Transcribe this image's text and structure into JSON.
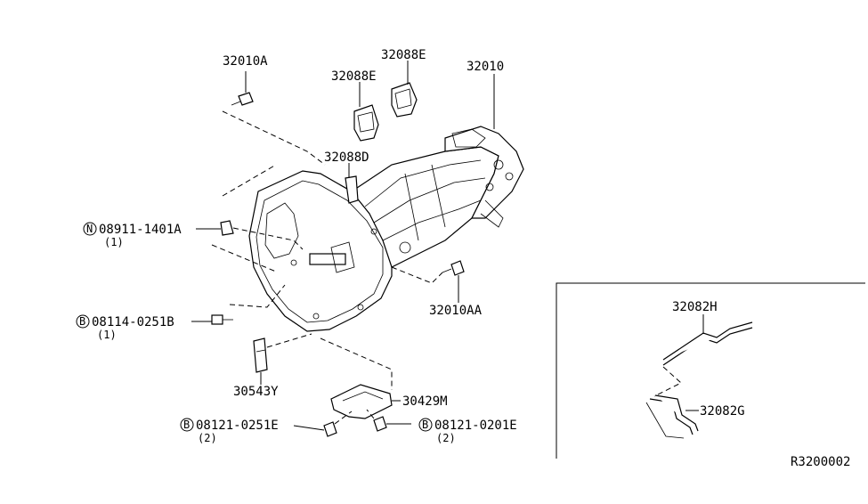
{
  "labels": {
    "p32010A": "32010A",
    "p32088E_a": "32088E",
    "p32088E_b": "32088E",
    "p32010": "32010",
    "p32088D": "32088D",
    "p08911": "08911-1401A",
    "p08911_qty": "(1)",
    "p08911_prefix": "N",
    "p08114": "08114-0251B",
    "p08114_qty": "(1)",
    "p08114_prefix": "B",
    "p32010AA": "32010AA",
    "p30543Y": "30543Y",
    "p30429M": "30429M",
    "p08121_a": "08121-0251E",
    "p08121_a_qty": "(2)",
    "p08121_a_prefix": "B",
    "p08121_b": "08121-0201E",
    "p08121_b_qty": "(2)",
    "p08121_b_prefix": "B",
    "p32082H": "32082H",
    "p32082G": "32082G",
    "ref": "R3200002"
  }
}
